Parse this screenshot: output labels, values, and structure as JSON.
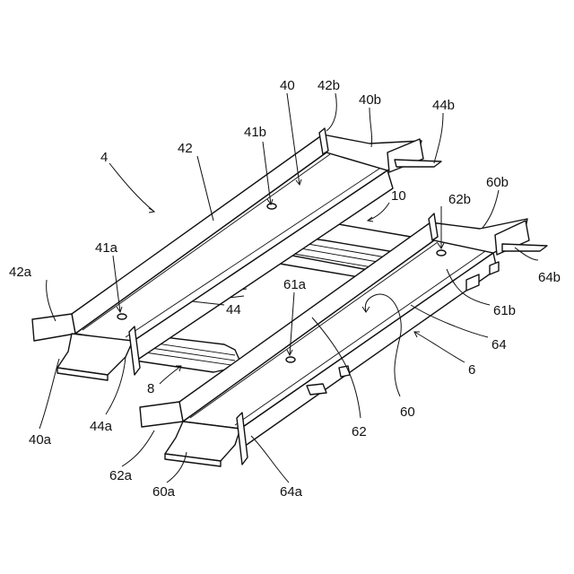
{
  "labels": {
    "l4": "4",
    "l40": "40",
    "l42b": "42b",
    "l40b": "40b",
    "l44b": "44b",
    "l42": "42",
    "l41b": "41b",
    "l10": "10",
    "l62b": "62b",
    "l60b": "60b",
    "l41a": "41a",
    "l61a": "61a",
    "l42a": "42a",
    "l44": "44",
    "l64b": "64b",
    "l61b": "61b",
    "l64": "64",
    "l6": "6",
    "l8": "8",
    "l40a": "40a",
    "l44a": "44a",
    "l60": "60",
    "l62": "62",
    "l62a": "62a",
    "l60a": "60a",
    "l64a": "64a"
  }
}
